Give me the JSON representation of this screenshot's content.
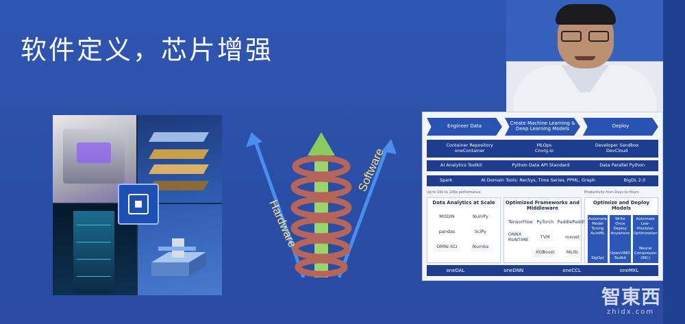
{
  "slide": {
    "title": "软件定义，芯片增强",
    "arrow_left_label": "Hardware",
    "arrow_right_label": "Software"
  },
  "colors": {
    "background": "#2d52ad",
    "arrow": "#4a8ef0",
    "helix": "#b5655a",
    "center_arrow": "#9bd36f",
    "panel_blue": "#2952b3"
  },
  "pipeline": {
    "head": [
      "Engineer Data",
      "Create Machine Learning & Deep Learning Models",
      "Deploy"
    ],
    "row2": [
      "Container Repository\noneContainer",
      "MLOps\nCnvrg.io",
      "Developer Sandbox\nDevCloud"
    ],
    "row3": [
      "AI Analytics Toolkit",
      "Python Data API Standard",
      "Data Parallel Python"
    ],
    "row4": [
      "Spark",
      "AI Domain Tools: RecSys, Time Series, PPML, Graph",
      "BigDL 2.0"
    ],
    "perf_a": "Up to 10x to 100x performance",
    "perf_b": "Productivity from Days to Hours",
    "sections": {
      "analytics_title": "Data Analytics at Scale",
      "analytics_logos": [
        "MODIN",
        "NumPy",
        "pandas",
        "SciPy",
        "OMNI-SCI",
        "Numba"
      ],
      "frameworks_title": "Optimized Frameworks and Middleware",
      "frameworks_logos": [
        "TensorFlow",
        "PyTorch",
        "PaddlePaddle",
        "ONNX RUNTIME",
        "TVM",
        "mxnet",
        "",
        "XGBoost",
        "MLlib"
      ],
      "deploy_title": "Optimize and Deploy Models",
      "deploy_tools": [
        {
          "top": "Automate Model Tuning AutoML",
          "name": "SigOpt"
        },
        {
          "top": "Write Once Deploy Anywhere",
          "name": "OpenVINO Toolkit"
        },
        {
          "top": "Automate Low-Precision Optimization",
          "name": "Neural Compressor (INC)"
        }
      ]
    },
    "bottom": [
      "oneDAL",
      "oneDNN",
      "oneCCL",
      "oneMKL"
    ]
  },
  "watermark": {
    "brand": "智東西",
    "url": "zhidx.com"
  }
}
